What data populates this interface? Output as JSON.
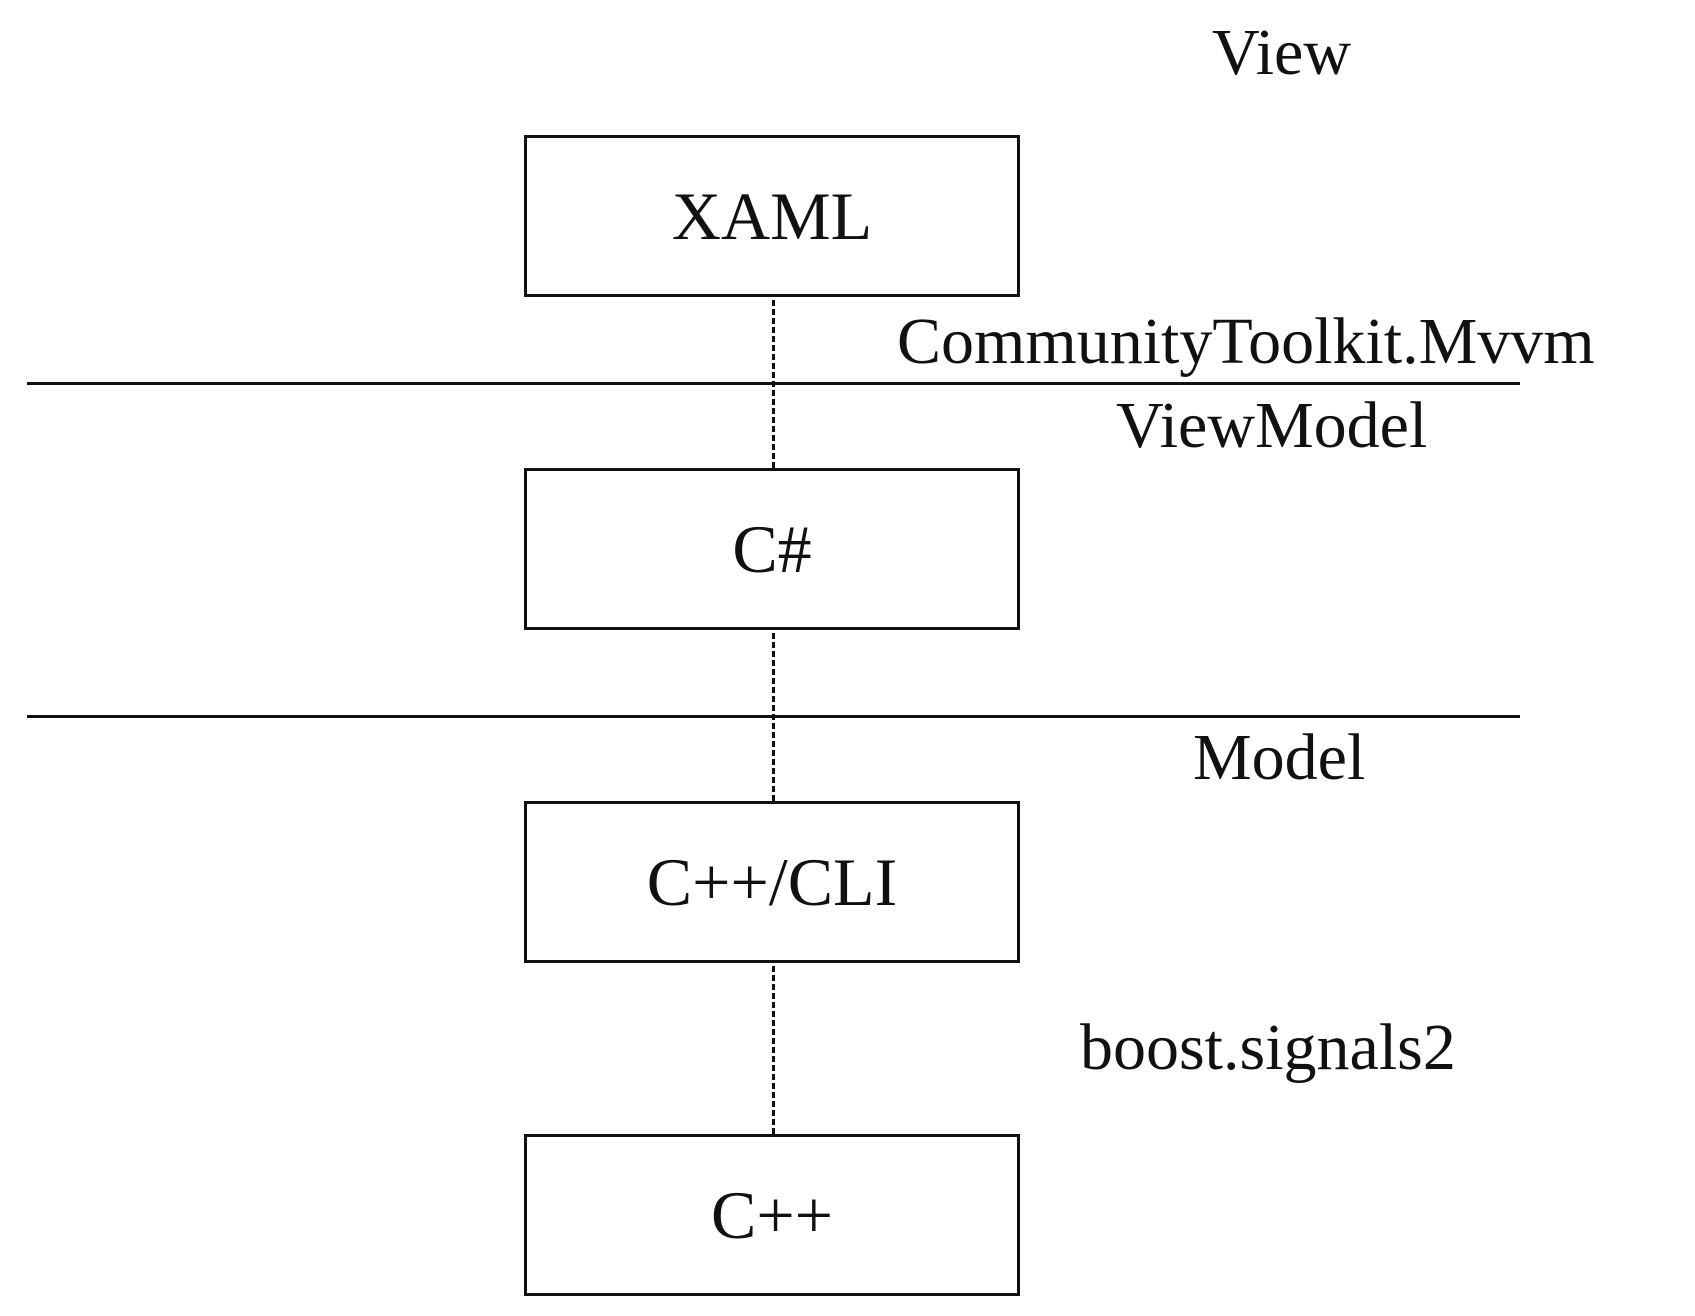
{
  "layers": {
    "view": "View",
    "viewmodel": "ViewModel",
    "model": "Model"
  },
  "boxes": {
    "xaml": "XAML",
    "csharp": "C#",
    "cppcli": "C++/CLI",
    "cpp": "C++"
  },
  "links": {
    "view_to_viewmodel": "CommunityToolkit.Mvvm",
    "cppcli_to_cpp": "boost.signals2"
  },
  "colors": {
    "stroke": "#111111",
    "background": "#ffffff"
  }
}
